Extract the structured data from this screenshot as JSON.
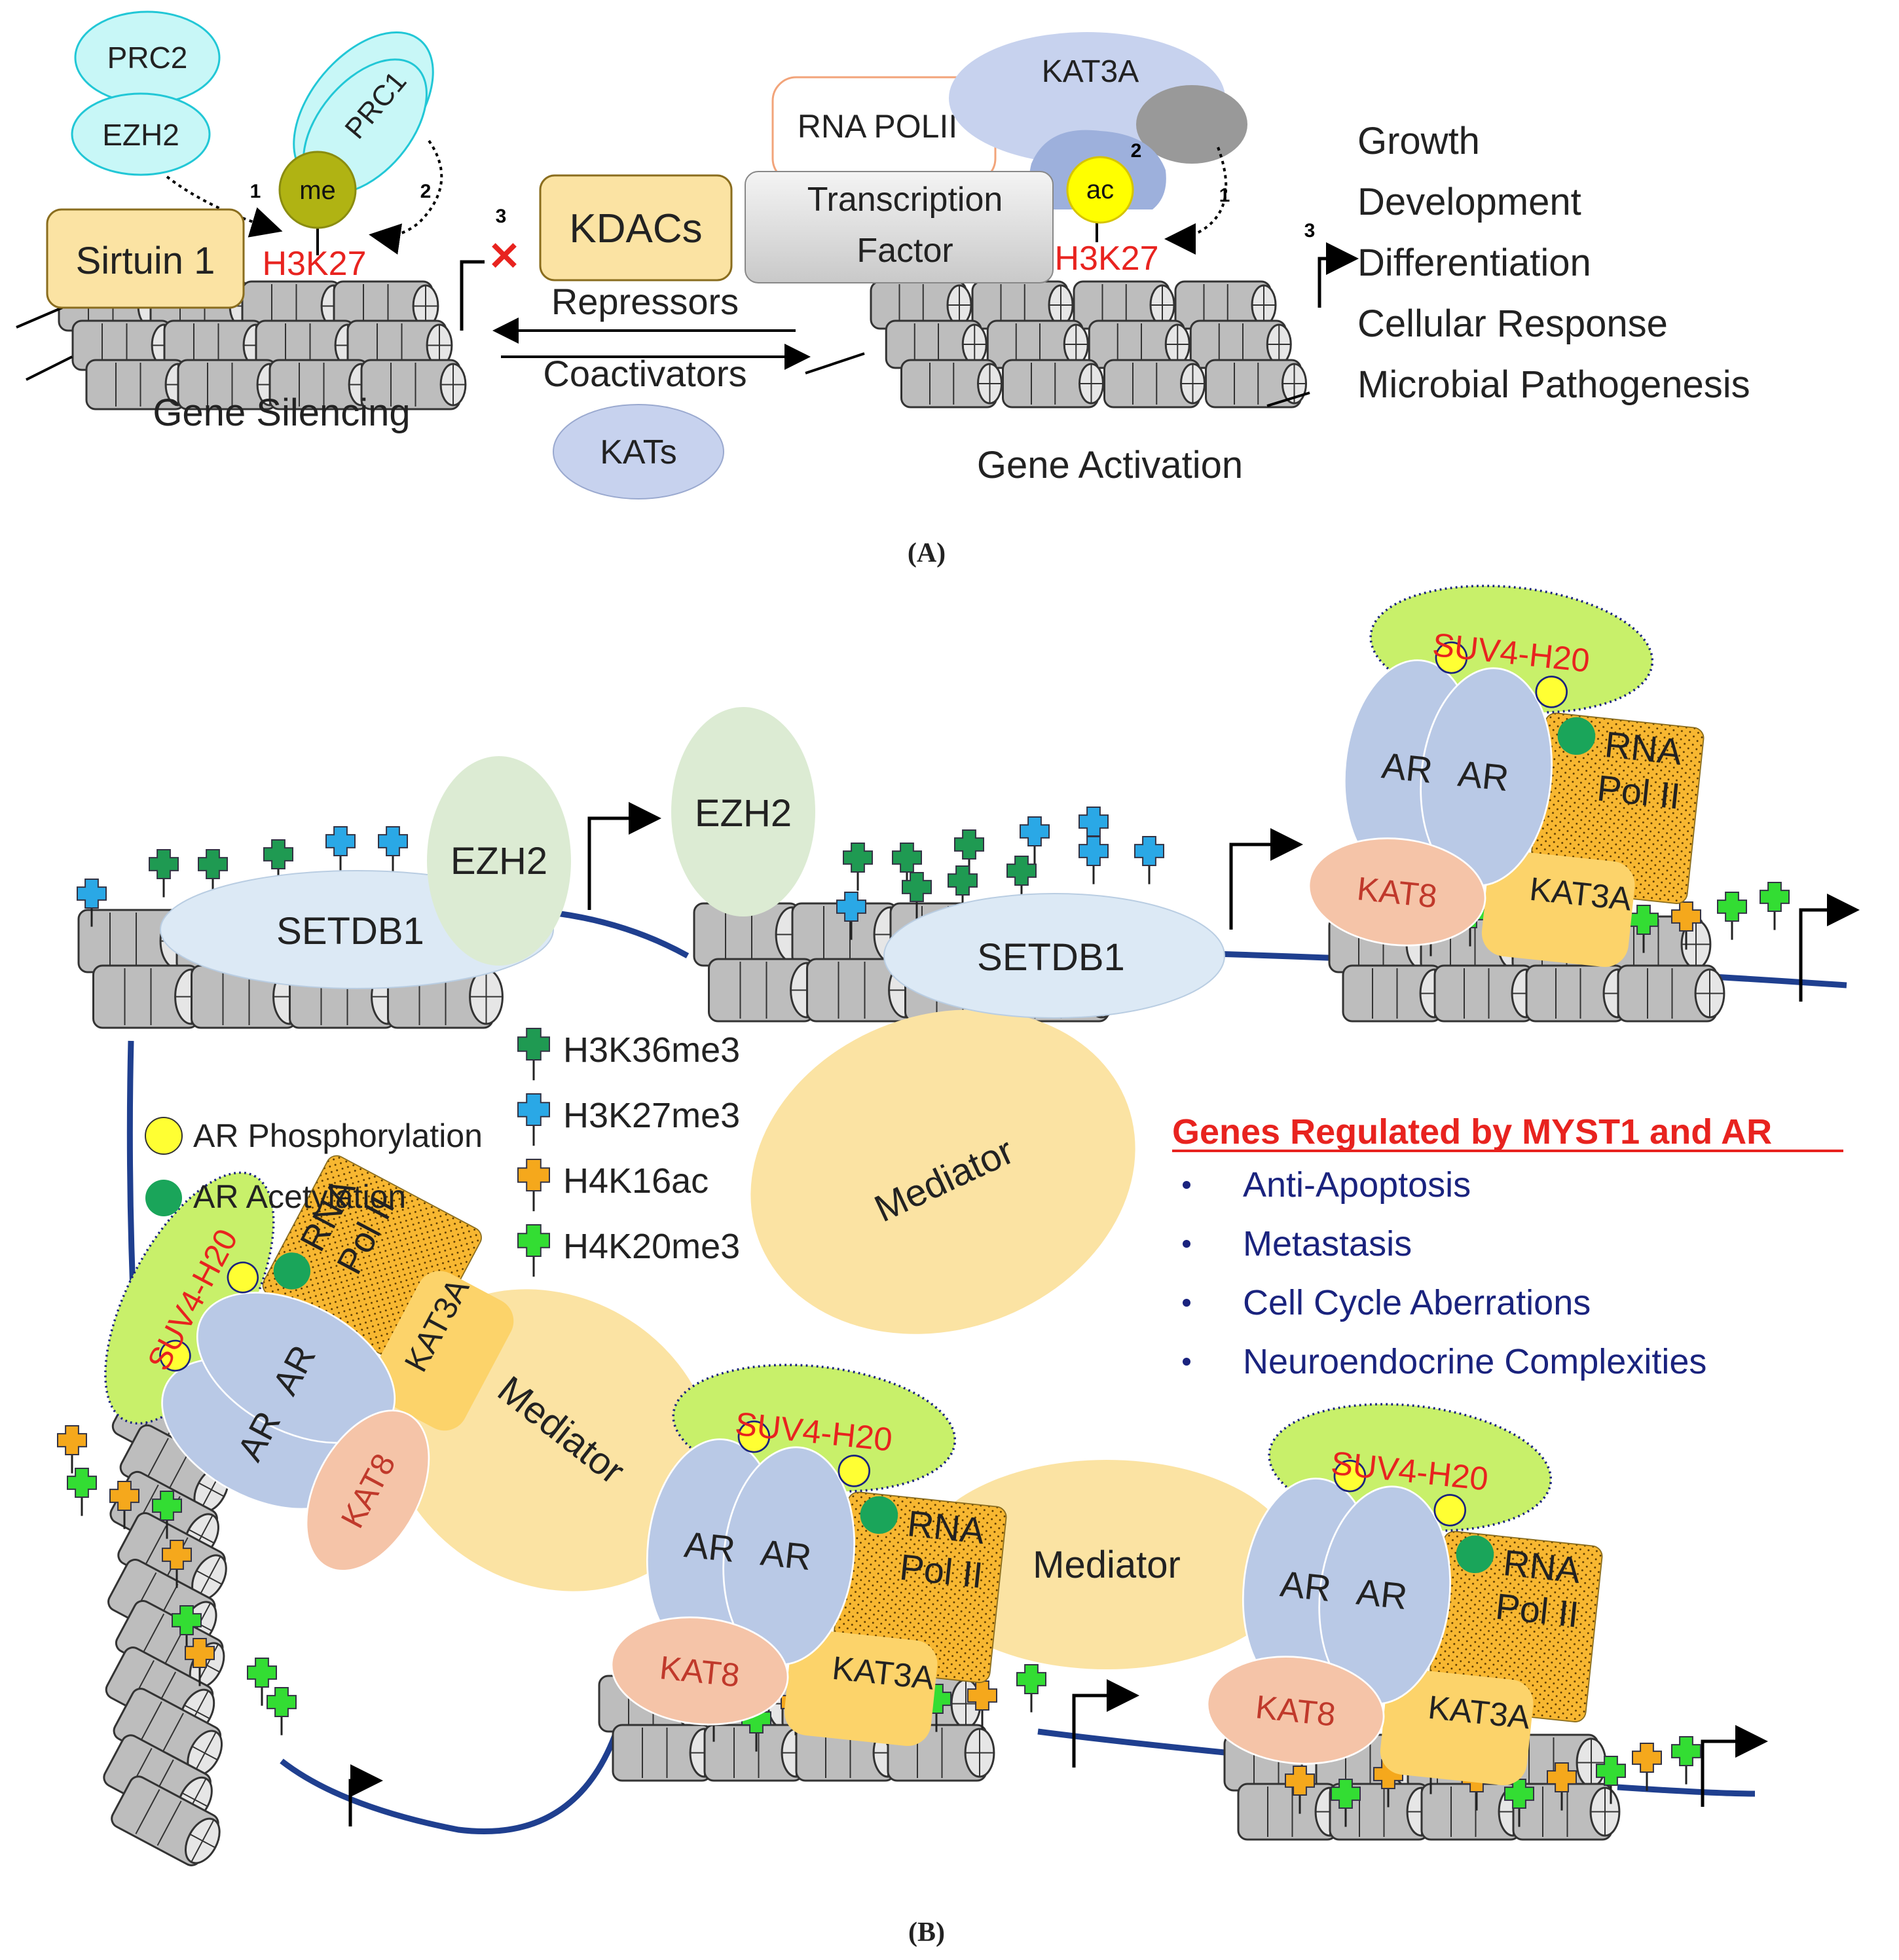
{
  "panel_a": {
    "prc2": "PRC2",
    "ezh2": "EZH2",
    "prc1": "PRC1",
    "me": "me",
    "sirtuin": "Sirtuin 1",
    "h3k27_left": "H3K27",
    "step1_left": "1",
    "step2_left": "2",
    "step3_left": "3",
    "kdacs": "KDACs",
    "repressors": "Repressors",
    "coactivators": "Coactivators",
    "kats": "KATs",
    "gene_silencing": "Gene Silencing",
    "rna_polii": "RNA POLII",
    "kat3a": "KAT3A",
    "tf_line1": "Transcription",
    "tf_line2": "Factor",
    "ac": "ac",
    "h3k27_right": "H3K27",
    "step1_right": "1",
    "step2_right": "2",
    "step3_right": "3",
    "gene_activation": "Gene Activation",
    "outcomes": [
      "Growth",
      "Development",
      "Differentiation",
      "Cellular Response",
      "Microbial Pathogenesis"
    ],
    "caption": "(A)"
  },
  "panel_b": {
    "setdb1": "SETDB1",
    "ezh2": "EZH2",
    "ar": "AR",
    "kat8": "KAT8",
    "kat3a": "KAT3A",
    "suv": "SUV4-H20",
    "rna": "RNA",
    "polii": "Pol II",
    "mediator": "Mediator",
    "legend_circles": [
      {
        "label": "AR Phosphorylation",
        "color": "#ffff33"
      },
      {
        "label": "AR Acetylation",
        "color": "#1aa55a"
      }
    ],
    "legend_marks": [
      {
        "label": "H3K36me3",
        "color": "#1f9a52"
      },
      {
        "label": "H3K27me3",
        "color": "#2aa8e6"
      },
      {
        "label": "H4K16ac",
        "color": "#f5a81c"
      },
      {
        "label": "H4K20me3",
        "color": "#33dd33"
      }
    ],
    "genes_title": "Genes Regulated by MYST1 and AR",
    "genes": [
      "Anti-Apoptosis",
      "Metastasis",
      "Cell Cycle Aberrations",
      "Neuroendocrine Complexities"
    ],
    "caption": "(B)"
  },
  "colors": {
    "red_text": "#e8231f",
    "navy_text": "#1a237e",
    "dna": "#1f3f8f",
    "ar": "#b9c9e6",
    "kat8": "#f5c4a8",
    "kat3a": "#fcd36a",
    "rna": "#f7b731",
    "suv": "#c8f06a",
    "mediator": "#fbe3a3",
    "ezh2_b": "#dcebd3",
    "setdb1": "#dce9f5",
    "cyan_a": "#c8f7f7",
    "lavender": "#c7d2ee"
  }
}
